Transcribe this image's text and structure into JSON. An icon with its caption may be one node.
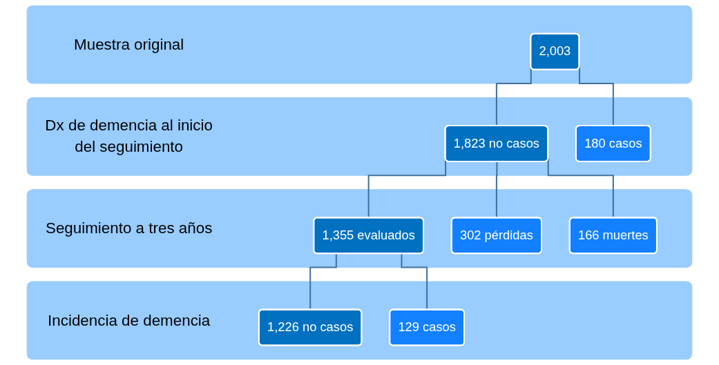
{
  "diagram": {
    "nodes": [
      {
        "text": [
          "Muestra original"
        ]
      },
      {
        "text": [
          "2,003"
        ],
        "in": 0
      },
      {
        "text": [
          "Dx de demencia al inicio del seguimiento"
        ]
      },
      {
        "text": [
          "1,823 no casos"
        ],
        "in": 2
      },
      {
        "text": [
          "180 casos"
        ],
        "in": 2
      },
      {
        "text": [
          "Seguimiento a tres años"
        ]
      },
      {
        "text": [
          "1,355 evaluados"
        ],
        "in": 5
      },
      {
        "text": [
          "302 pérdidas"
        ],
        "in": 5
      },
      {
        "text": [
          "166 muertes"
        ],
        "in": 5
      },
      {
        "text": [
          "Incidencia de demencia"
        ]
      },
      {
        "text": [
          "1,226 no casos"
        ],
        "in": 9
      },
      {
        "text": [
          "129 casos"
        ],
        "in": 9
      }
    ],
    "edges": [
      {
        "from": 1,
        "to": 3,
        "arrow": "none"
      },
      {
        "from": 1,
        "to": 4,
        "arrow": "none"
      },
      {
        "from": 3,
        "to": 6,
        "arrow": "none"
      },
      {
        "from": 3,
        "to": 7,
        "arrow": "none"
      },
      {
        "from": 3,
        "to": 8,
        "arrow": "none"
      },
      {
        "from": 6,
        "to": 10,
        "arrow": "none"
      },
      {
        "from": 6,
        "to": 11,
        "arrow": "none"
      }
    ]
  }
}
